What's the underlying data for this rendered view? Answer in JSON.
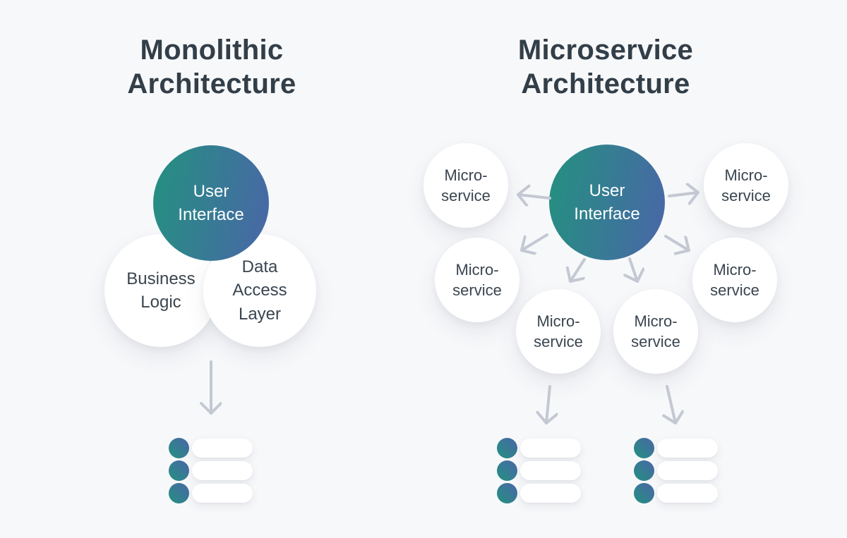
{
  "colors": {
    "background": "#F7F8FA",
    "title_text": "#323E48",
    "node_text": "#3A4550",
    "node_fill": "#FFFFFF",
    "arrow": "#C3C8D3",
    "gradient_start": "#23917F",
    "gradient_end": "#4A66A8"
  },
  "monolithic": {
    "title": "Monolithic\nArchitecture",
    "user_interface": "User\nInterface",
    "business_logic": "Business\nLogic",
    "data_access": "Data\nAccess\nLayer"
  },
  "microservice": {
    "title": "Microservice\nArchitecture",
    "user_interface": "User\nInterface",
    "services": [
      "Micro-\nservice",
      "Micro-\nservice",
      "Micro-\nservice",
      "Micro-\nservice",
      "Micro-\nservice",
      "Micro-\nservice"
    ]
  }
}
